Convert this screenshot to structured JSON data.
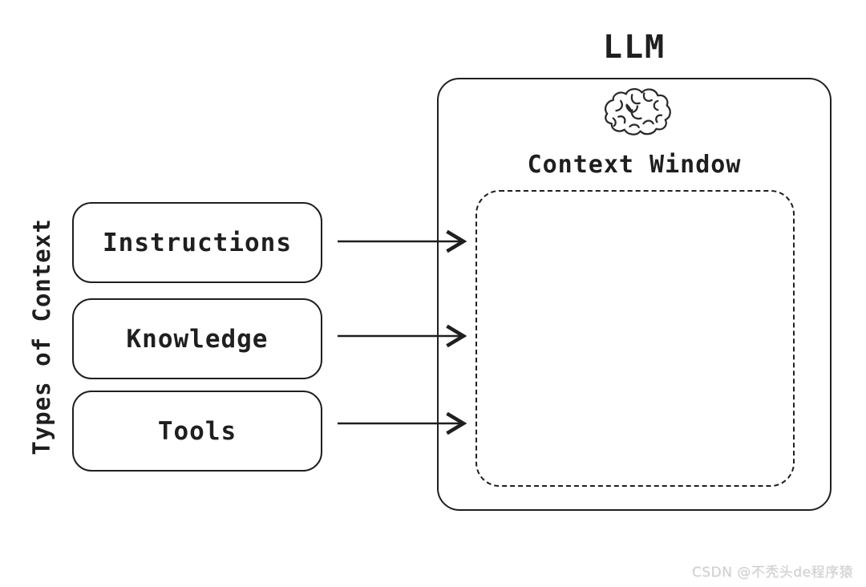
{
  "diagram": {
    "title": "LLM",
    "left_group_label": "Types of Context",
    "context_boxes": [
      {
        "label": "Instructions"
      },
      {
        "label": "Knowledge"
      },
      {
        "label": "Tools"
      }
    ],
    "llm": {
      "icon": "brain-icon",
      "inner_label": "Context Window"
    },
    "arrows": [
      {
        "from": "Instructions",
        "to": "Context Window"
      },
      {
        "from": "Knowledge",
        "to": "Context Window"
      },
      {
        "from": "Tools",
        "to": "Context Window"
      }
    ],
    "colors": {
      "stroke": "#1f1f1f",
      "background": "#ffffff",
      "watermark": "#cfcfcf"
    }
  },
  "watermark": {
    "text": "CSDN @不秃头de程序猿"
  }
}
